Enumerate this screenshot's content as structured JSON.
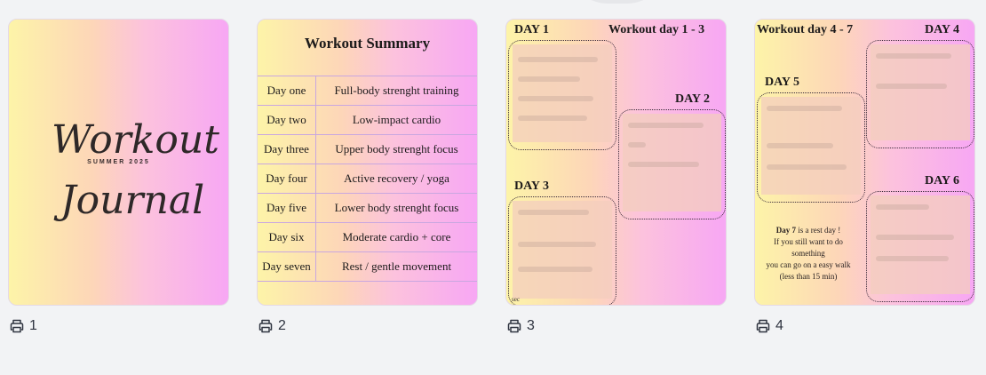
{
  "pages": [
    {
      "number": "1",
      "cover": {
        "title_line1": "Workout",
        "title_line2": "Journal",
        "subtitle": "SUMMER 2025"
      }
    },
    {
      "number": "2",
      "summary": {
        "title": "Workout Summary",
        "rows": [
          {
            "day": "Day one",
            "focus": "Full-body strenght training"
          },
          {
            "day": "Day two",
            "focus": "Low-impact cardio"
          },
          {
            "day": "Day three",
            "focus": "Upper body strenght focus"
          },
          {
            "day": "Day four",
            "focus": "Active recovery / yoga"
          },
          {
            "day": "Day five",
            "focus": "Lower body strenght focus"
          },
          {
            "day": "Day six",
            "focus": "Moderate cardio + core"
          },
          {
            "day": "Day seven",
            "focus": "Rest / gentle movement"
          }
        ]
      }
    },
    {
      "number": "3",
      "title": "Workout day 1 - 3",
      "days": [
        "DAY 1",
        "DAY 2",
        "DAY 3"
      ],
      "footnote": "sec"
    },
    {
      "number": "4",
      "title": "Workout day 4 - 7",
      "days": [
        "DAY 4",
        "DAY 5",
        "DAY 6"
      ],
      "rest_note": {
        "day": "Day 7",
        "line1_rest": " is a rest day !",
        "line2": "If you still want to do",
        "line3": "something",
        "line4": "you can go  on a easy walk",
        "line5": "(less than 15 min)"
      }
    }
  ],
  "colors": {
    "background": "#f2f3f5",
    "gradient_start": "#fdf4a8",
    "gradient_end": "#f7a7f4",
    "table_border": "#c9a7e0",
    "box_fill": "#f3cdbe"
  },
  "icons": {
    "caption": "printer-icon"
  }
}
